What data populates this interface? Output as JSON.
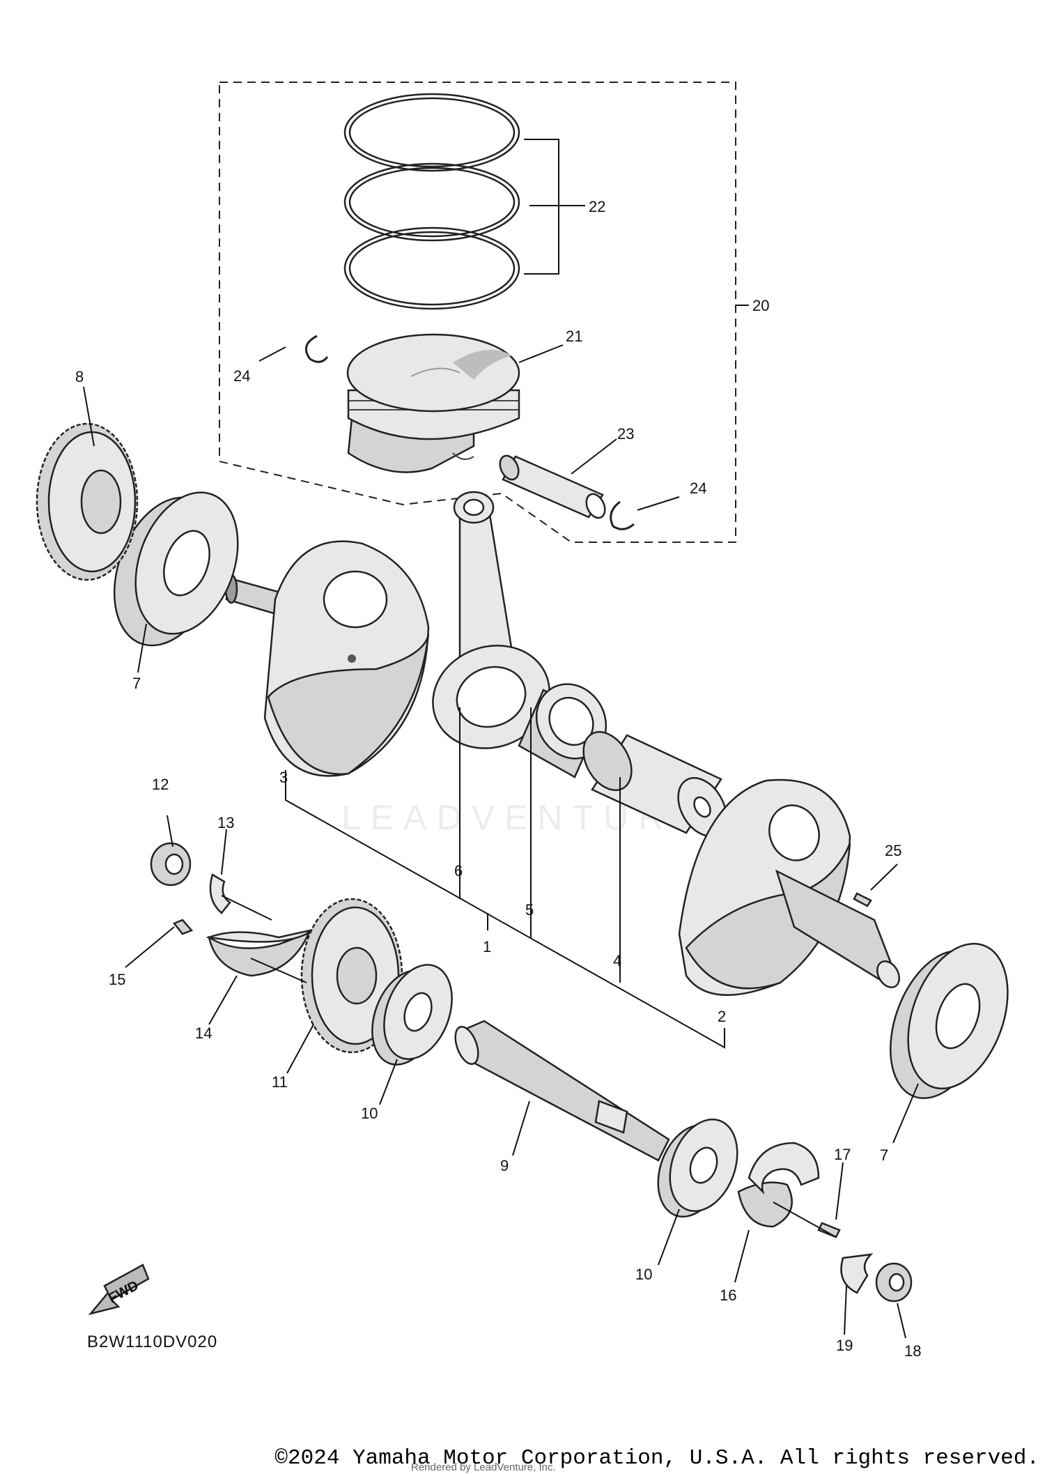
{
  "diagram": {
    "code": "B2W1110DV020",
    "fwd_label": "FWD",
    "watermark": "LEADVENTURE",
    "callouts": {
      "c1": "1",
      "c2": "2",
      "c3": "3",
      "c4": "4",
      "c5": "5",
      "c6": "6",
      "c7a": "7",
      "c7b": "7",
      "c8": "8",
      "c9": "9",
      "c10a": "10",
      "c10b": "10",
      "c11": "11",
      "c12": "12",
      "c13": "13",
      "c14": "14",
      "c15": "15",
      "c16": "16",
      "c17": "17",
      "c18": "18",
      "c19": "19",
      "c20": "20",
      "c21": "21",
      "c22": "22",
      "c23": "23",
      "c24a": "24",
      "c24b": "24",
      "c25": "25"
    }
  },
  "footer": {
    "copyright": "©2024 Yamaha Motor Corporation, U.S.A. All rights reserved.",
    "rendered_by": "Rendered by LeadVenture, Inc."
  }
}
